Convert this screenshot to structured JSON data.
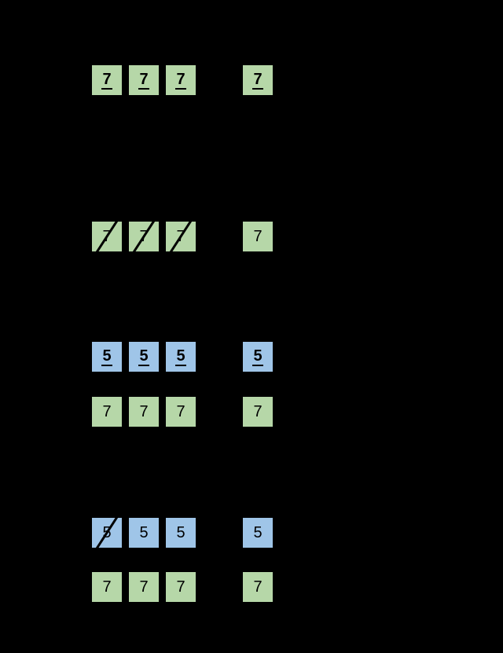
{
  "colors": {
    "background": "#000000",
    "green_cell": "#b6d7a8",
    "blue_cell": "#9fc5e8",
    "digit": "#000000"
  },
  "rows": [
    {
      "name": "green-values-underlined",
      "color": "green",
      "cells": [
        {
          "value": "7",
          "emphasized": true,
          "struck": false
        },
        {
          "value": "7",
          "emphasized": true,
          "struck": false
        },
        {
          "value": "7",
          "emphasized": true,
          "struck": false
        }
      ],
      "memory": {
        "value": "7",
        "emphasized": true,
        "struck": false
      }
    },
    {
      "name": "green-values-invalidated",
      "color": "green",
      "cells": [
        {
          "value": "7",
          "emphasized": false,
          "struck": true
        },
        {
          "value": "7",
          "emphasized": false,
          "struck": true
        },
        {
          "value": "7",
          "emphasized": false,
          "struck": true
        }
      ],
      "memory": {
        "value": "7",
        "emphasized": false,
        "struck": false
      }
    },
    {
      "name": "blue-values-underlined",
      "color": "blue",
      "cells": [
        {
          "value": "5",
          "emphasized": true,
          "struck": false
        },
        {
          "value": "5",
          "emphasized": true,
          "struck": false
        },
        {
          "value": "5",
          "emphasized": true,
          "struck": false
        }
      ],
      "memory": {
        "value": "5",
        "emphasized": true,
        "struck": false
      }
    },
    {
      "name": "green-values-plain-upper",
      "color": "green",
      "cells": [
        {
          "value": "7",
          "emphasized": false,
          "struck": false
        },
        {
          "value": "7",
          "emphasized": false,
          "struck": false
        },
        {
          "value": "7",
          "emphasized": false,
          "struck": false
        }
      ],
      "memory": {
        "value": "7",
        "emphasized": false,
        "struck": false
      }
    },
    {
      "name": "blue-values-first-invalidated",
      "color": "blue",
      "cells": [
        {
          "value": "5",
          "emphasized": false,
          "struck": true
        },
        {
          "value": "5",
          "emphasized": false,
          "struck": false
        },
        {
          "value": "5",
          "emphasized": false,
          "struck": false
        }
      ],
      "memory": {
        "value": "5",
        "emphasized": false,
        "struck": false
      }
    },
    {
      "name": "green-values-plain-lower",
      "color": "green",
      "cells": [
        {
          "value": "7",
          "emphasized": false,
          "struck": false
        },
        {
          "value": "7",
          "emphasized": false,
          "struck": false
        },
        {
          "value": "7",
          "emphasized": false,
          "struck": false
        }
      ],
      "memory": {
        "value": "7",
        "emphasized": false,
        "struck": false
      }
    }
  ]
}
